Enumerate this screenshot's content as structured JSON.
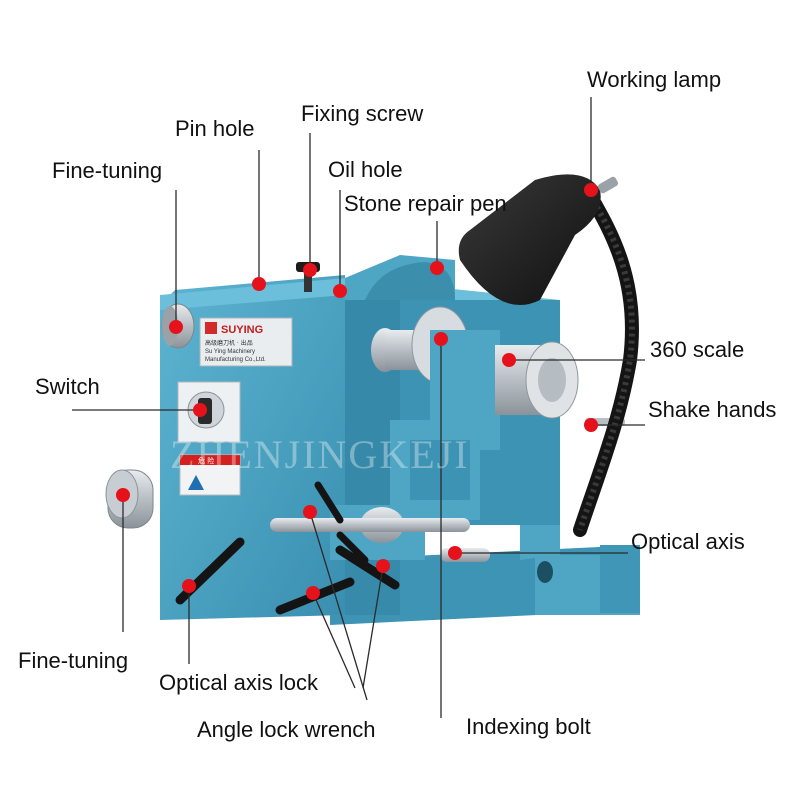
{
  "labels": {
    "working_lamp": "Working lamp",
    "fixing_screw": "Fixing screw",
    "pin_hole": "Pin hole",
    "fine_tuning_top": "Fine-tuning",
    "oil_hole": "Oil hole",
    "stone_repair_pen": "Stone repair pen",
    "switch": "Switch",
    "scale_360": "360 scale",
    "shake_hands": "Shake hands",
    "optical_axis": "Optical axis",
    "fine_tuning_bottom": "Fine-tuning",
    "optical_axis_lock": "Optical axis lock",
    "angle_lock_wrench": "Angle lock wrench",
    "indexing_bolt": "Indexing bolt"
  },
  "machine": {
    "brand": "SUYING",
    "plate_sub1": "高级磨刀机 · 出品",
    "plate_sub2": "Su Ying Machinery",
    "plate_sub3": "Manufacturing Co.,Ltd.",
    "warning_sign": "危 险",
    "watermark": "ZHENJINGKEJI"
  },
  "colors": {
    "background": "#ffffff",
    "machine_body": "#4ea6c4",
    "machine_shadow": "#2f7f9d",
    "metal": "#c9ced3",
    "marker": "#e5121b",
    "leader": "#2b2b2b",
    "lamp": "#1c1c1c"
  }
}
